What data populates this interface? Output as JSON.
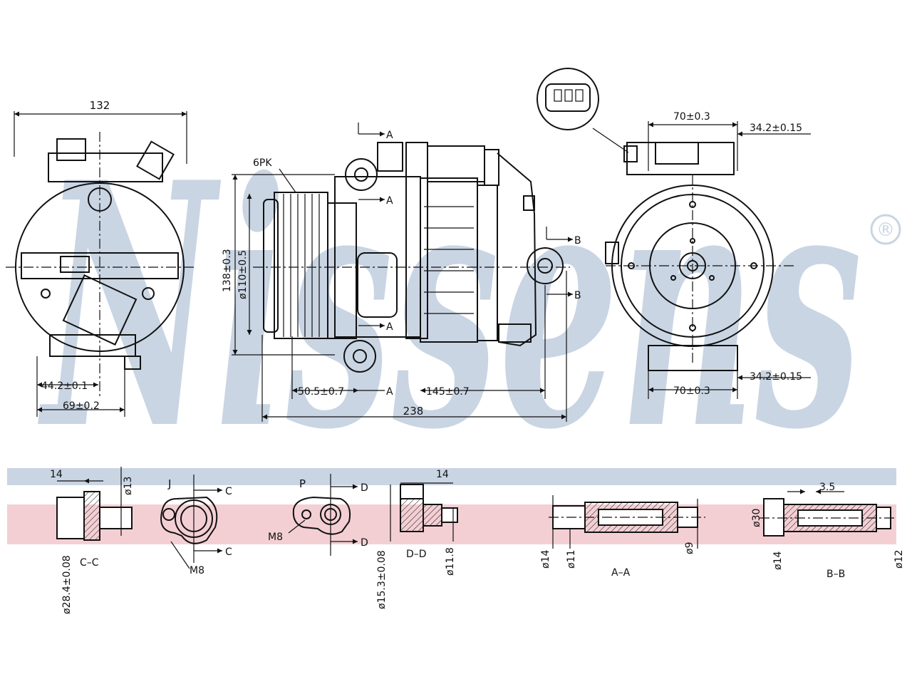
{
  "watermark": {
    "brand": "Nissens",
    "registered": "®"
  },
  "band_colors": {
    "blue": "#c9d5e3",
    "pink": "#f3cfd4",
    "watermark": "#c9d5e3",
    "ink": "#111111"
  },
  "views": {
    "left": {
      "width": "132",
      "dim_44": "44.2±0.1",
      "dim_69": "69±0.2"
    },
    "middle": {
      "belt": "6PK",
      "height": "138±0.3",
      "pulley_dia": "ø110±0.5",
      "dim_50": "50.5±0.7",
      "dim_145": "145±0.7",
      "length": "238",
      "section_a_top": "A",
      "section_a_mid": "A",
      "section_a_lower": "A",
      "section_a_bottom": "A",
      "section_b_top": "B",
      "section_b_bottom": "B"
    },
    "right": {
      "top_70": "70±0.3",
      "top_34": "34.2±0.15",
      "bot_70": "70±0.3",
      "bot_34": "34.2±0.15"
    }
  },
  "details": {
    "cc": {
      "dim_14": "14",
      "dim_13": "ø13",
      "dim_28": "ø28.4±0.08",
      "title": "C–C"
    },
    "j": {
      "letter": "J",
      "c_top": "C",
      "c_bot": "C",
      "thread": "M8"
    },
    "p": {
      "letter": "P",
      "d_top": "D",
      "d_bot": "D",
      "thread": "M8",
      "dim_15": "ø15.3±0.08"
    },
    "dd": {
      "dim_14": "14",
      "dim_11": "ø11.8",
      "title": "D–D"
    },
    "aa": {
      "dim_14": "ø14",
      "dim_11": "ø11",
      "dim_9": "ø9",
      "title": "A–A"
    },
    "bb": {
      "dim_35": "3.5",
      "dim_30": "ø30",
      "dim_14": "ø14",
      "dim_12": "ø12",
      "title": "B–B"
    }
  }
}
